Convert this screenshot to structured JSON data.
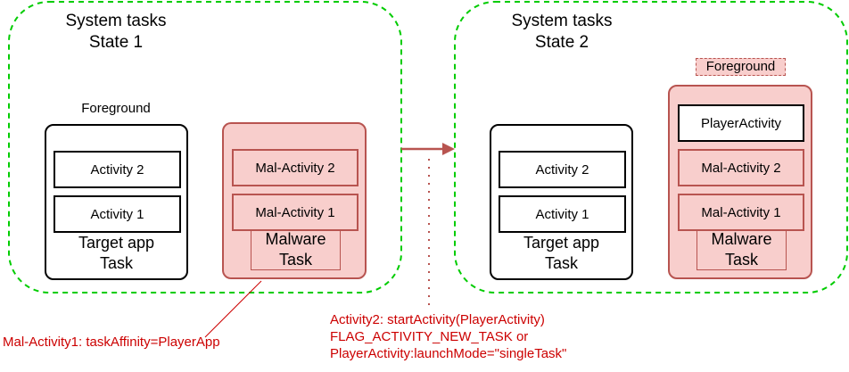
{
  "colors": {
    "container_border": "#00cc00",
    "malware_fill": "#f8cecc",
    "malware_border": "#b85450",
    "annotation_text": "#cc0000",
    "arrow": "#b85450"
  },
  "states": [
    {
      "title_line1": "System tasks",
      "title_line2": "State 1",
      "foreground_label": "Foreground",
      "target_task": {
        "activities": [
          "Activity 2",
          "Activity 1"
        ],
        "label_line1": "Target app",
        "label_line2": "Task"
      },
      "malware_task": {
        "activities": [
          "Mal-Activity 2",
          "Mal-Activity 1"
        ],
        "label_line1": "Malware",
        "label_line2": "Task"
      }
    },
    {
      "title_line1": "System tasks",
      "title_line2": "State 2",
      "foreground_label": "Foreground",
      "target_task": {
        "activities": [
          "Activity 2",
          "Activity 1"
        ],
        "label_line1": "Target app",
        "label_line2": "Task"
      },
      "malware_task": {
        "activities": [
          "PlayerActivity",
          "Mal-Activity 2",
          "Mal-Activity 1"
        ],
        "label_line1": "Malware",
        "label_line2": "Task"
      }
    }
  ],
  "annotations": {
    "task_affinity": "Mal-Activity1: taskAffinity=PlayerApp",
    "transition_line1": "Activity2: startActivity(PlayerActivity)",
    "transition_line2": "FLAG_ACTIVITY_NEW_TASK or",
    "transition_line3": "PlayerActivity:launchMode=\"singleTask\""
  }
}
